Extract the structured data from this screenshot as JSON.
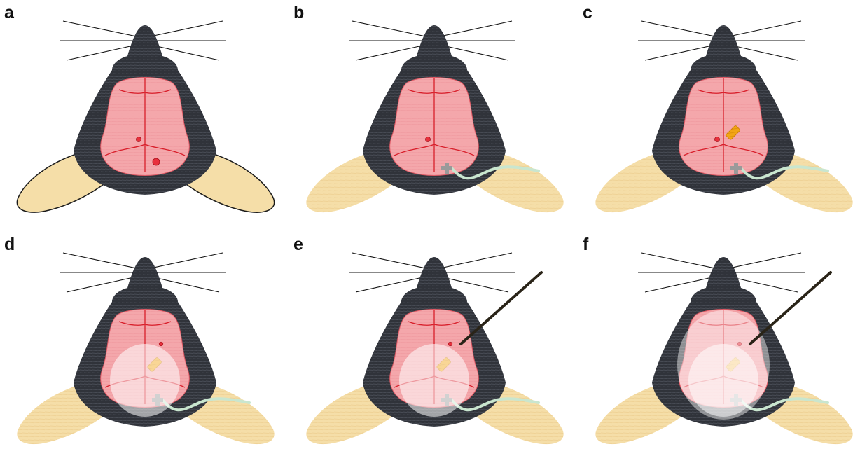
{
  "panels": [
    {
      "label": "a",
      "hand": false,
      "stage": 0
    },
    {
      "label": "b",
      "hand": true,
      "stage": 1
    },
    {
      "label": "c",
      "hand": true,
      "stage": 2
    },
    {
      "label": "d",
      "hand": true,
      "stage": 3
    },
    {
      "label": "e",
      "hand": true,
      "stage": 4
    },
    {
      "label": "f",
      "hand": true,
      "stage": 5
    }
  ],
  "colors": {
    "head": "#30333a",
    "head_stripe": "#4a4e57",
    "skull": "#f4a7ab",
    "suture": "#d81e2a",
    "ear": "#f5dea8",
    "ear_stripe": "#efd296",
    "whisker": "#111111",
    "connector": "#9a9a9a",
    "cable": "#c9e6cf",
    "electrode": "#f2a516",
    "dome": "#ffffff",
    "probe": "#2a2418",
    "label": "#111111"
  }
}
